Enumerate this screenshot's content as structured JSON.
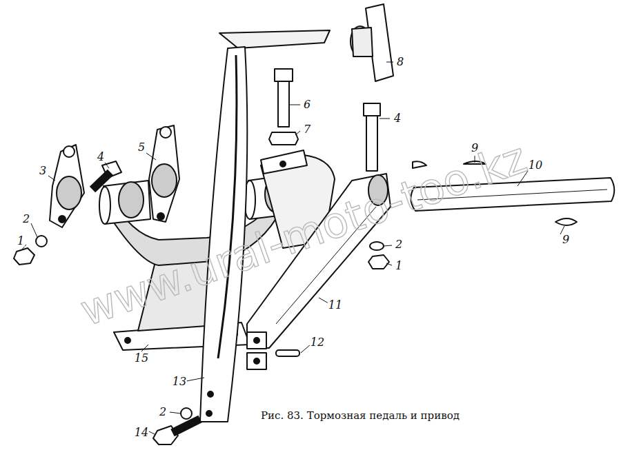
{
  "diagram": {
    "caption": "Рис. 83. Тормозная педаль и привод",
    "labels": [
      "1",
      "2",
      "3",
      "4",
      "5",
      "6",
      "7",
      "8",
      "4",
      "9",
      "10",
      "9",
      "2",
      "1",
      "11",
      "12",
      "13",
      "15",
      "2",
      "14",
      "www.ural-moto-too.kz"
    ]
  }
}
